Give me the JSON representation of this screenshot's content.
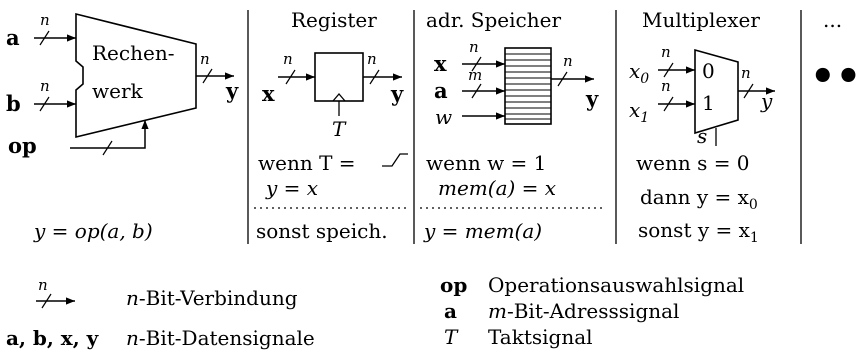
{
  "alu": {
    "in_a": "a",
    "in_b": "b",
    "op": "op",
    "out": "y",
    "label_line1": "Rechen-",
    "label_line2": "werk",
    "formula": "y = op(a, b)"
  },
  "register": {
    "title": "Register",
    "in": "x",
    "out": "y",
    "clock": "T",
    "cond_prefix": "wenn T =",
    "assign": "y = x",
    "else": "sonst speich."
  },
  "memory": {
    "title": "adr. Speicher",
    "in_x": "x",
    "in_a": "a",
    "in_w": "w",
    "width_m": "m",
    "out": "y",
    "cond": "wenn w = 1",
    "assign": "mem(a) = x",
    "read": "y = mem(a)"
  },
  "mux": {
    "title": "Multiplexer",
    "in_x0": "x",
    "in_x0_sub": "0",
    "in_x1": "x",
    "in_x1_sub": "1",
    "sel_0": "0",
    "sel_1": "1",
    "select": "s",
    "out": "y",
    "cond": "wenn s = 0",
    "then": "dann y = x",
    "then_sub": "0",
    "else": "sonst y = x",
    "else_sub": "1"
  },
  "more": {
    "title": "...",
    "dots": "•••"
  },
  "bus_width": "n",
  "legend": {
    "left": [
      {
        "key": "",
        "desc_var": "n",
        "desc": "-Bit-Verbindung"
      },
      {
        "key": "a, b, x, y",
        "desc_var": "n",
        "desc": "-Bit-Datensignale"
      }
    ],
    "right": [
      {
        "key": "op",
        "desc_var": "",
        "desc": "Operationsauswahlsignal"
      },
      {
        "key": "a",
        "desc_var": "m",
        "desc": "-Bit-Adresssignal"
      },
      {
        "key": "T",
        "desc_var": "",
        "desc": "Taktsignal"
      }
    ]
  }
}
